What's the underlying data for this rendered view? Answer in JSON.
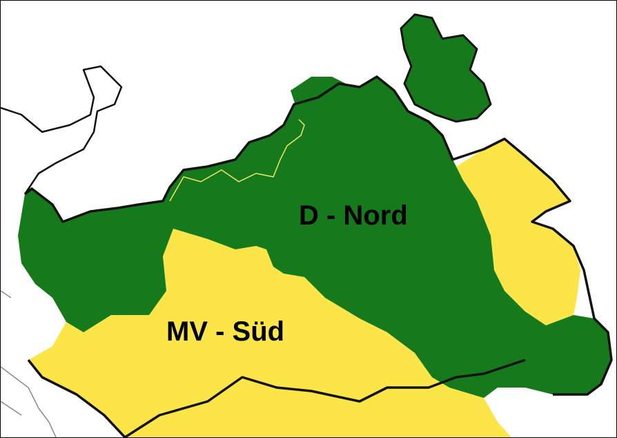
{
  "map": {
    "colors": {
      "zone_d_nord": "#167a1c",
      "zone_mv_sued": "#fbe548",
      "background": "#ffffff",
      "border": "#111111",
      "internal_boundary": "#f2e66a",
      "neighbor_boundary": "#888888"
    },
    "regions": [
      {
        "id": "d-nord",
        "label": "D - Nord"
      },
      {
        "id": "mv-sued",
        "label": "MV - Süd"
      }
    ]
  }
}
